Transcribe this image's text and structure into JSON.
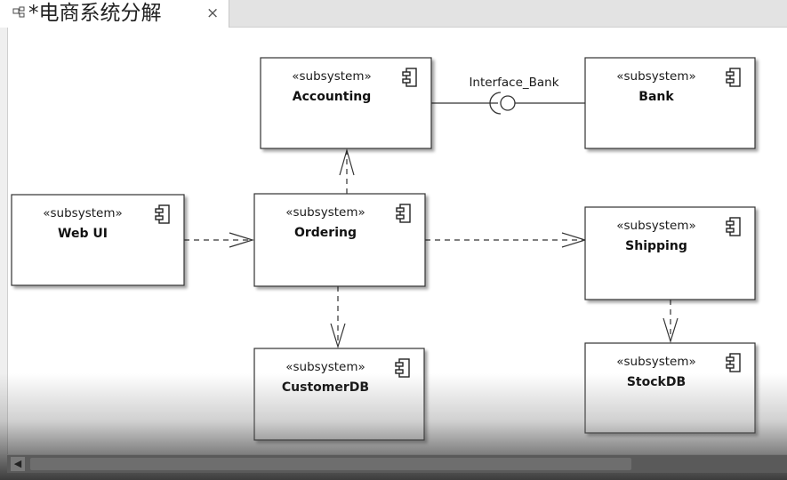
{
  "tab": {
    "title": "*电商系统分解",
    "close": "×"
  },
  "diagram": {
    "components": [
      {
        "id": "accounting",
        "stereotype": "«subsystem»",
        "name": "Accounting"
      },
      {
        "id": "bank",
        "stereotype": "«subsystem»",
        "name": "Bank"
      },
      {
        "id": "webui",
        "stereotype": "«subsystem»",
        "name": "Web UI"
      },
      {
        "id": "ordering",
        "stereotype": "«subsystem»",
        "name": "Ordering"
      },
      {
        "id": "shipping",
        "stereotype": "«subsystem»",
        "name": "Shipping"
      },
      {
        "id": "customerdb",
        "stereotype": "«subsystem»",
        "name": "CustomerDB"
      },
      {
        "id": "stockdb",
        "stereotype": "«subsystem»",
        "name": "StockDB"
      }
    ],
    "interface_label": "Interface_Bank",
    "dependencies": [
      {
        "from": "Web UI",
        "to": "Ordering"
      },
      {
        "from": "Ordering",
        "to": "Accounting"
      },
      {
        "from": "Ordering",
        "to": "Shipping"
      },
      {
        "from": "Ordering",
        "to": "CustomerDB"
      },
      {
        "from": "Shipping",
        "to": "StockDB"
      }
    ]
  }
}
